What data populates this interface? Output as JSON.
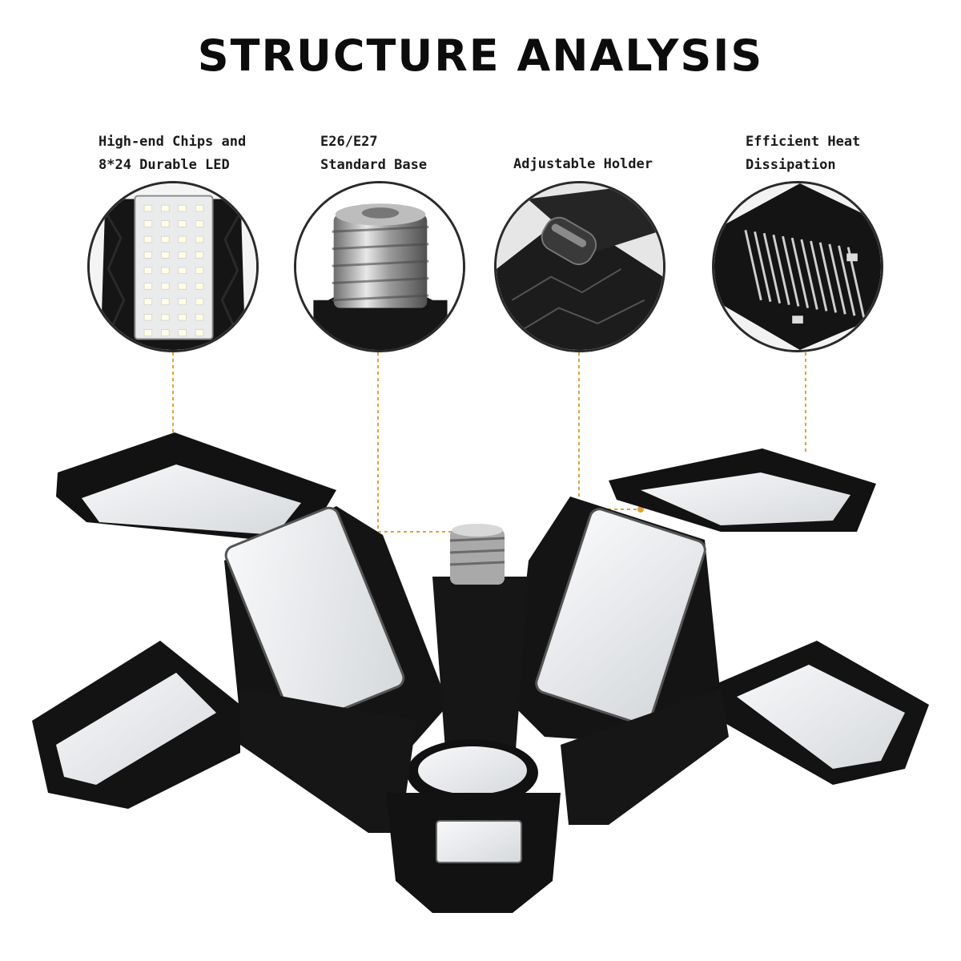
{
  "title": "STRUCTURE ANALYSIS",
  "features": [
    {
      "line1": "High-end Chips and",
      "line2": "8*24 Durable LED",
      "icon": "led-panel-closeup"
    },
    {
      "line1": "E26/E27",
      "line2": "Standard Base",
      "icon": "screw-base-closeup"
    },
    {
      "line1": "Adjustable Holder",
      "line2": "",
      "icon": "hinge-closeup"
    },
    {
      "line1": "Efficient Heat",
      "line2": "Dissipation",
      "icon": "heat-sink-closeup"
    }
  ],
  "colors": {
    "accent_dotted": "#e0a13a",
    "product_black": "#121212",
    "led_white": "#eef0f2"
  }
}
